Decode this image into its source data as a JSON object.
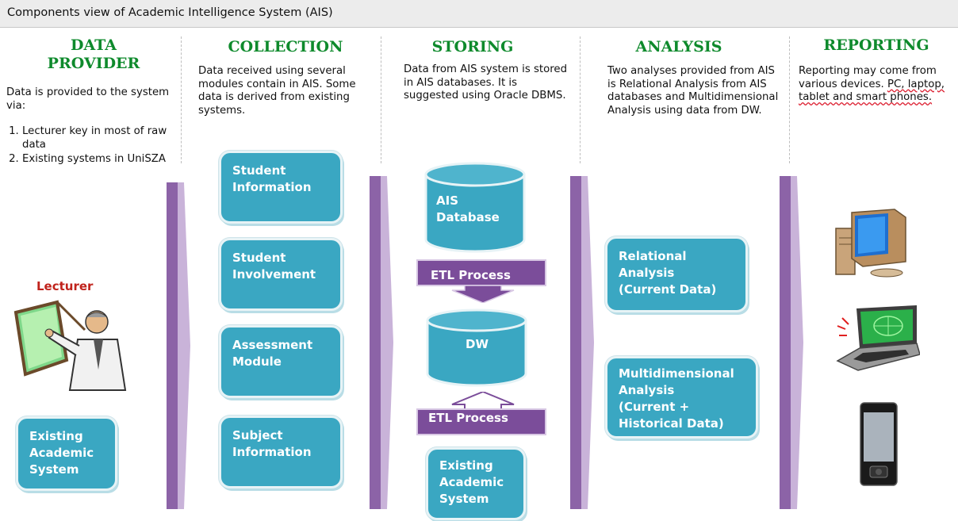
{
  "header": {
    "title": "Components view of Academic Intelligence System (AIS)"
  },
  "columns": {
    "data_provider": {
      "title_line1": "DATA",
      "title_line2": "PROVIDER",
      "desc": "Data is provided to the system via:",
      "list": [
        "Lecturer key in most of raw data",
        "Existing systems in UniSZA"
      ],
      "lecturer_label": "Lecturer",
      "box": {
        "line1": "Existing",
        "line2": "Academic",
        "line3": "System"
      }
    },
    "collection": {
      "title": "COLLECTION",
      "desc": "Data received using several modules contain in AIS. Some data is derived from existing systems.",
      "modules": [
        {
          "line1": "Student",
          "line2": "Information"
        },
        {
          "line1": "Student",
          "line2": "Involvement"
        },
        {
          "line1": "Assessment",
          "line2": "Module"
        },
        {
          "line1": "Subject",
          "line2": "Information"
        }
      ]
    },
    "storing": {
      "title": "STORING",
      "desc": "Data from AIS system is stored in AIS databases. It is suggested using Oracle DBMS.",
      "db_top": {
        "line1": "AIS",
        "line2": "Database"
      },
      "etl_top": "ETL Process",
      "dw": "DW",
      "etl_bottom": "ETL Process",
      "box": {
        "line1": "Existing",
        "line2": "Academic",
        "line3": "System"
      }
    },
    "analysis": {
      "title": "ANALYSIS",
      "desc": "Two analyses provided from AIS is Relational Analysis from AIS databases and Multidimensional Analysis using data from DW.",
      "relational": {
        "line1": "Relational",
        "line2": "Analysis",
        "line3": "(Current Data)"
      },
      "multidim": {
        "line1": "Multidimensional",
        "line2": "Analysis",
        "line3": "(Current +",
        "line4": "Historical Data)"
      }
    },
    "reporting": {
      "title": "REPORTING",
      "desc_line1": "Reporting may come from",
      "desc_line2a": "various devices.",
      "desc_line2b": "PC, laptop,",
      "desc_line3": "tablet and smart phones."
    }
  },
  "colors": {
    "title_green": "#0e8a2c",
    "box_blue": "#3aa7c2",
    "bar_purple": "#8c63a7",
    "etl_purple": "#7b4d9a",
    "lecturer_red": "#c0231c"
  },
  "icons": [
    "lecturer-clipart-icon",
    "desktop-pc-icon",
    "laptop-icon",
    "smartphone-icon"
  ]
}
